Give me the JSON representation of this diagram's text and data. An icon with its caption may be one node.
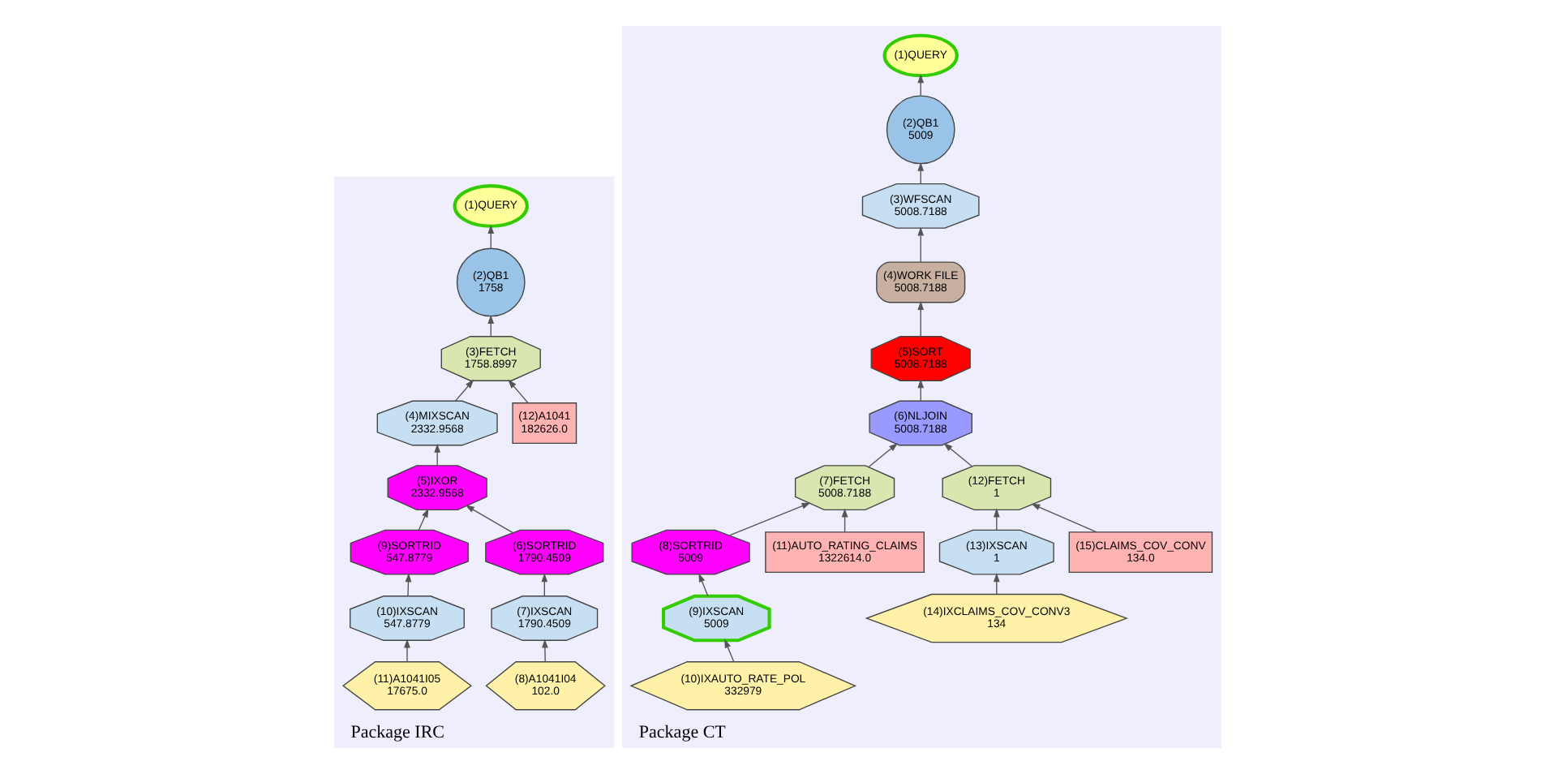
{
  "diagram": {
    "nodes": [
      {
        "text": [
          "Package IRC"
        ]
      },
      {
        "text": [
          "(1)QUERY"
        ],
        "in": 0
      },
      {
        "text": [
          "(2)QB1",
          "1758"
        ],
        "in": 0
      },
      {
        "text": [
          "(3)FETCH",
          "1758.8997"
        ],
        "in": 0
      },
      {
        "text": [
          "(4)MIXSCAN",
          "2332.9568"
        ],
        "in": 0
      },
      {
        "text": [
          "(12)A1041",
          "182626.0"
        ],
        "in": 0
      },
      {
        "text": [
          "(5)IXOR",
          "2332.9568"
        ],
        "in": 0
      },
      {
        "text": [
          "(6)SORTRID",
          "1790.4509"
        ],
        "in": 0
      },
      {
        "text": [
          "(9)SORTRID",
          "547.8779"
        ],
        "in": 0
      },
      {
        "text": [
          "(7)IXSCAN",
          "1790.4509"
        ],
        "in": 0
      },
      {
        "text": [
          "(10)IXSCAN",
          "547.8779"
        ],
        "in": 0
      },
      {
        "text": [
          "(8)A1041I04",
          "102.0"
        ],
        "in": 0
      },
      {
        "text": [
          "(11)A1041I05",
          "17675.0"
        ],
        "in": 0
      },
      {
        "text": [
          "Package CT"
        ]
      },
      {
        "text": [
          "(1)QUERY"
        ],
        "in": 13
      },
      {
        "text": [
          "(2)QB1",
          "5009"
        ],
        "in": 13
      },
      {
        "text": [
          "(3)WFSCAN",
          "5008.7188"
        ],
        "in": 13
      },
      {
        "text": [
          "(4)WORK FILE",
          "5008.7188"
        ],
        "in": 13
      },
      {
        "text": [
          "(5)SORT",
          "5008.7188"
        ],
        "in": 13
      },
      {
        "text": [
          "(6)NLJOIN",
          "5008.7188"
        ],
        "in": 13
      },
      {
        "text": [
          "(7)FETCH",
          "5008.7188"
        ],
        "in": 13
      },
      {
        "text": [
          "(12)FETCH",
          "1"
        ],
        "in": 13
      },
      {
        "text": [
          "(8)SORTRID",
          "5009"
        ],
        "in": 13
      },
      {
        "text": [
          "(11)AUTO_RATING_CLAIMS",
          "1322614.0"
        ],
        "in": 13
      },
      {
        "text": [
          "(13)IXSCAN",
          "1"
        ],
        "in": 13
      },
      {
        "text": [
          "(15)CLAIMS_COV_CONV",
          "134.0"
        ],
        "in": 13
      },
      {
        "text": [
          "(9)IXSCAN",
          "5009"
        ],
        "in": 13
      },
      {
        "text": [
          "(14)IXCLAIMS_COV_CONV3",
          "134"
        ],
        "in": 13
      },
      {
        "text": [
          "(10)IXAUTO_RATE_POL",
          "332979"
        ],
        "in": 13
      }
    ],
    "edges": [
      {
        "from": 2,
        "to": 1,
        "arrow": "to"
      },
      {
        "from": 3,
        "to": 2,
        "arrow": "to"
      },
      {
        "from": 4,
        "to": 3,
        "arrow": "to"
      },
      {
        "from": 5,
        "to": 3,
        "arrow": "to"
      },
      {
        "from": 6,
        "to": 4,
        "arrow": "to"
      },
      {
        "from": 7,
        "to": 6,
        "arrow": "to"
      },
      {
        "from": 8,
        "to": 6,
        "arrow": "to"
      },
      {
        "from": 9,
        "to": 7,
        "arrow": "to"
      },
      {
        "from": 10,
        "to": 8,
        "arrow": "to"
      },
      {
        "from": 11,
        "to": 9,
        "arrow": "to"
      },
      {
        "from": 12,
        "to": 10,
        "arrow": "to"
      },
      {
        "from": 15,
        "to": 14,
        "arrow": "to"
      },
      {
        "from": 16,
        "to": 15,
        "arrow": "to"
      },
      {
        "from": 17,
        "to": 16,
        "arrow": "to"
      },
      {
        "from": 18,
        "to": 17,
        "arrow": "to"
      },
      {
        "from": 19,
        "to": 18,
        "arrow": "to"
      },
      {
        "from": 20,
        "to": 19,
        "arrow": "to"
      },
      {
        "from": 21,
        "to": 19,
        "arrow": "to"
      },
      {
        "from": 22,
        "to": 20,
        "arrow": "to"
      },
      {
        "from": 23,
        "to": 20,
        "arrow": "to"
      },
      {
        "from": 24,
        "to": 21,
        "arrow": "to"
      },
      {
        "from": 25,
        "to": 21,
        "arrow": "to"
      },
      {
        "from": 26,
        "to": 22,
        "arrow": "to"
      },
      {
        "from": 28,
        "to": 26,
        "arrow": "to"
      },
      {
        "from": 27,
        "to": 24,
        "arrow": "to"
      }
    ]
  }
}
